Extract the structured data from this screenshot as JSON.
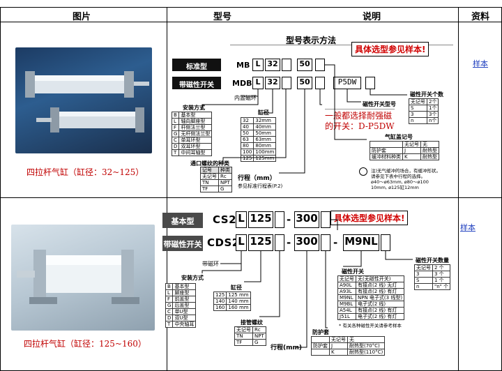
{
  "header": {
    "col1": "图片",
    "col2": "型号",
    "col3": "说明",
    "col4": "资料"
  },
  "row1": {
    "caption": "四拉杆气缸（缸径：32~125）",
    "link": "样本",
    "diagram": {
      "title": "型号表示方法",
      "note_box": "具体选型参见样本!",
      "std_label": "标准型",
      "mag_label": "带磁性开关",
      "std_code": "MB",
      "mag_code": "MDB",
      "seg_l": "L",
      "seg_32": "32",
      "seg_50": "50",
      "switch_code": "P5DW",
      "inner_ring": "内置磁环",
      "mount_title": "安装方式",
      "mount_rows": [
        [
          "B",
          "基本型"
        ],
        [
          "L",
          "轴向脚座型"
        ],
        [
          "F",
          "杆侧法兰型"
        ],
        [
          "G",
          "无杆侧法兰型"
        ],
        [
          "C",
          "单耳环型"
        ],
        [
          "D",
          "双耳环型"
        ],
        [
          "T",
          "中间耳轴型"
        ]
      ],
      "bore_title": "缸径",
      "bore_rows": [
        [
          "32",
          "32mm"
        ],
        [
          "40",
          "40mm"
        ],
        [
          "50",
          "50mm"
        ],
        [
          "63",
          "63mm"
        ],
        [
          "80",
          "80mm"
        ],
        [
          "100",
          "100mm"
        ],
        [
          "125",
          "125mm"
        ]
      ],
      "port_title": "通口螺纹的种类",
      "port_rows": [
        [
          "记号",
          "种类"
        ],
        [
          "无记号",
          "Rc"
        ],
        [
          "TN",
          "NPT"
        ],
        [
          "TF",
          "G"
        ]
      ],
      "stroke": "行程（mm）",
      "stroke_sub": "参见标准行程表(P.2)",
      "switch_count_title": "磁性开关个数",
      "switch_count_rows": [
        [
          "无记号",
          "2个"
        ],
        [
          "S",
          "1个"
        ],
        [
          "3",
          "3个"
        ],
        [
          "n",
          "n个"
        ]
      ],
      "switch_type_title": "磁性开关型号",
      "red_note_1": "一般都选择耐强磁",
      "red_note_2": "的开关：D-P5DW",
      "boot_title": "气缸盖记号",
      "boot_rows": [
        [
          "无记号",
          "无"
        ],
        [
          "J",
          "耐热型"
        ],
        [
          "K",
          "耐热型"
        ]
      ],
      "boot_side_1": "防护套",
      "boot_side_2": "缓冲材料种类",
      "boot_foot_1": "注)无气缓冲的场合，有缓冲形状。",
      "boot_foot_2": "请参见下表中行程的选择。",
      "boot_foot_3": "ø40～ø63mm, ø80～ø100",
      "boot_foot_4": "10mm, ø125缸12mm"
    }
  },
  "row2": {
    "caption": "四拉杆气缸（缸径：125~160）",
    "link": "样本",
    "diagram": {
      "note_box": "具体选型参见样本!",
      "basic_label": "基本型",
      "mag_label": "带磁性开关",
      "basic_code": "CS2",
      "mag_code": "CDS2",
      "seg_l": "L",
      "seg_125": "125",
      "seg_300": "300",
      "switch_code": "M9NL",
      "magnet_ring": "带磁环",
      "mount_title": "安装方式",
      "mount_rows": [
        [
          "B",
          "基本型"
        ],
        [
          "L",
          "脚座型"
        ],
        [
          "F",
          "前盖型"
        ],
        [
          "G",
          "后盖型"
        ],
        [
          "C",
          "单U型"
        ],
        [
          "D",
          "双U型"
        ],
        [
          "T",
          "中央轴耳"
        ]
      ],
      "bore_title": "缸径",
      "bore_rows": [
        [
          "125",
          "125 mm"
        ],
        [
          "140",
          "140 mm"
        ],
        [
          "160",
          "160 mm"
        ]
      ],
      "port_title": "接管螺纹",
      "port_rows": [
        [
          "无记号",
          "Rc"
        ],
        [
          "TN",
          "NPT"
        ],
        [
          "TF",
          "G"
        ]
      ],
      "stroke": "行程(mm)",
      "switch_title": "磁性开关",
      "switch_rows": [
        [
          "无记号",
          "无(无磁性开关)"
        ],
        [
          "A90L",
          "有接点(2 线) 无灯"
        ],
        [
          "A93L",
          "有接点(2 线) 有灯"
        ],
        [
          "M9NL",
          "NPN 电子式(3 线型)"
        ],
        [
          "M9BL",
          "电子式(2 线)"
        ],
        [
          "A54L",
          "有接点(2 线) 有灯"
        ],
        [
          "J51L",
          "电子式(2 线) 有灯"
        ]
      ],
      "switch_foot": "* 有关各种磁性开关请参考样本",
      "switch_count_title": "磁性开关数量",
      "switch_count_rows": [
        [
          "无记号",
          "2 个"
        ],
        [
          "3",
          "3 个"
        ],
        [
          "S",
          "1 个"
        ],
        [
          "n",
          "\"n\" 个"
        ]
      ],
      "guard_title": "防护套",
      "guard_rows": [
        [
          "无记号",
          "无"
        ],
        [
          "J",
          "耐热型(70°C)"
        ],
        [
          "K",
          "耐热型(110°C)"
        ]
      ],
      "guard_side": "防护套"
    }
  }
}
